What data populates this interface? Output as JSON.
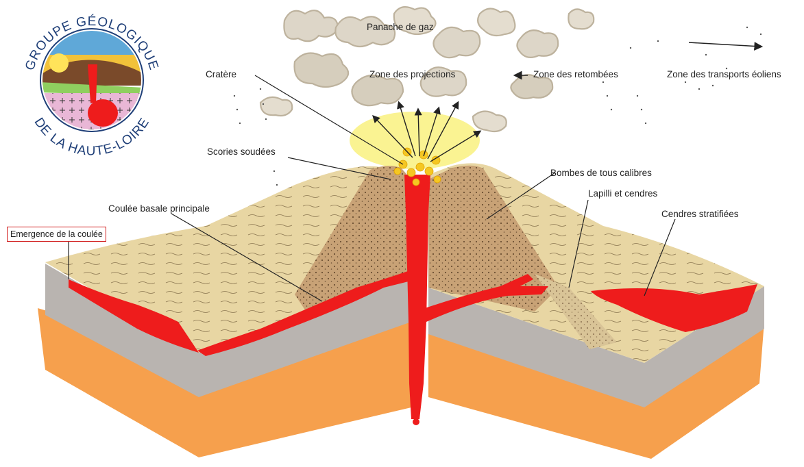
{
  "logo": {
    "top_text": "GROUPE GÉOLOGIQUE",
    "bottom_text": "DE LA HAUTE-LOIRE"
  },
  "labels": {
    "gas_plume": "Panache de gaz",
    "crater": "Cratère",
    "projection_zone": "Zone des projections",
    "fallout_zone": "Zone des retombées",
    "wind_transport_zone": "Zone des transports éoliens",
    "welded_scoria": "Scories soudées",
    "bombs": "Bombes de tous calibres",
    "lapilli_ash": "Lapilli et cendres",
    "main_basal_flow": "Coulée basale principale",
    "stratified_ash": "Cendres stratifiées",
    "flow_emergence": "Emergence de la coulée"
  },
  "colors": {
    "lava": "#ee1c1c",
    "grey_layer": "#b9b4b0",
    "orange_layer": "#f6a04d",
    "tephra": "#e8d6a3",
    "scoria_cone": "#c8a276",
    "ash_cloud": "#d8d0c0",
    "bombs": "#f5c722",
    "label_box": "#d11a1a",
    "logo_text": "#1f3f78"
  }
}
